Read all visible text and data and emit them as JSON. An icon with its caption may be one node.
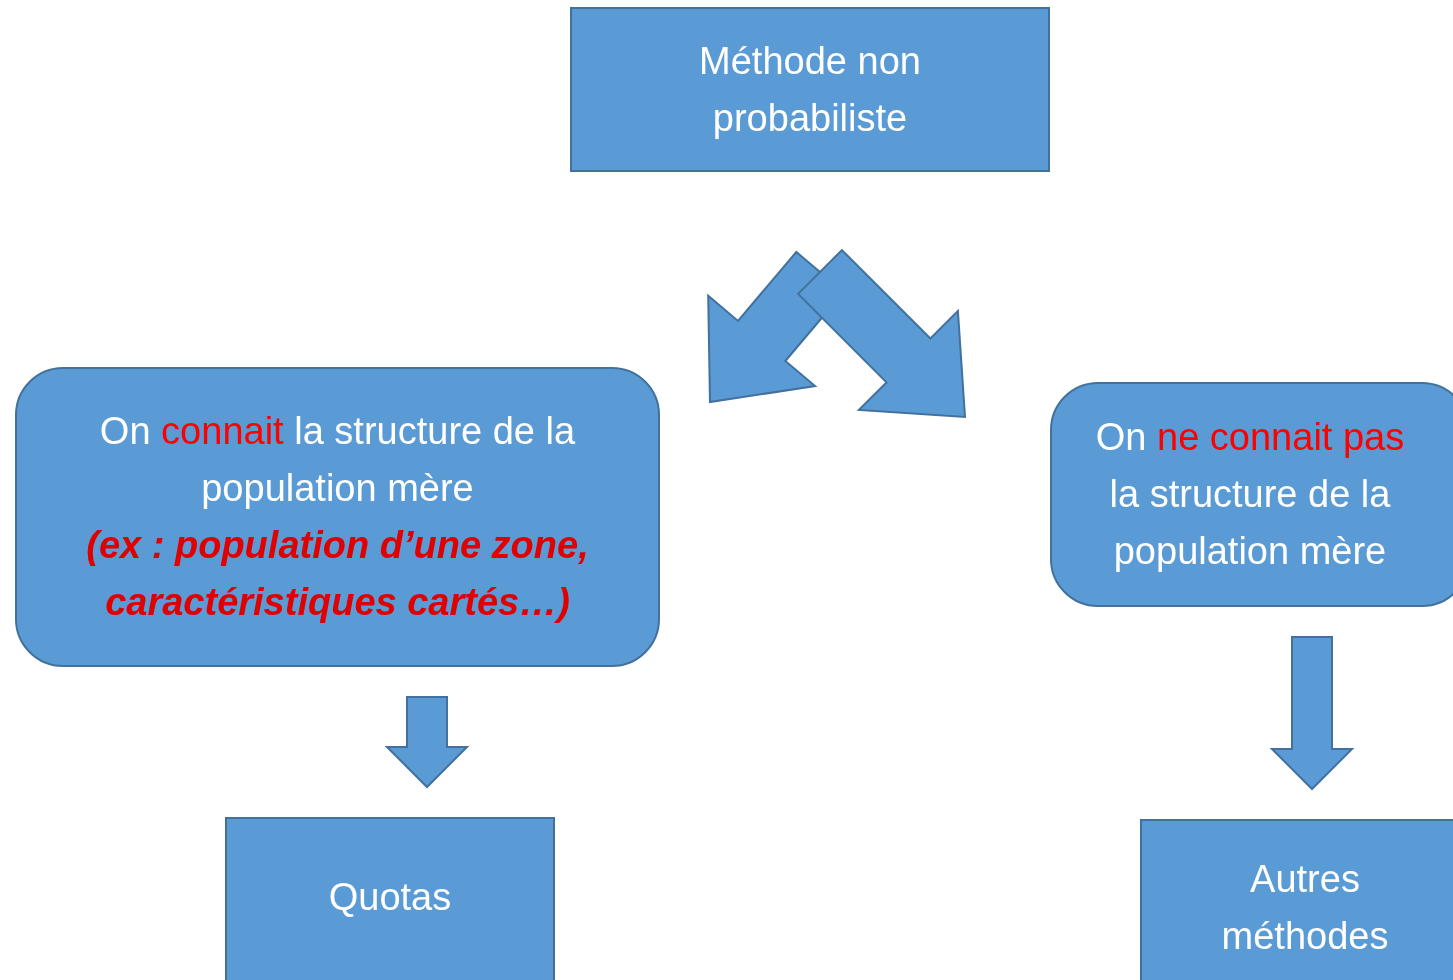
{
  "diagram": {
    "nodes": [
      {
        "text": [
          "Méthode non probabiliste"
        ]
      },
      {
        "text": [
          "On **connait** la structure de la population mère",
          "(ex : population d’une zone, caractéristiques cartés…)"
        ]
      },
      {
        "text": [
          "On **ne connait pas** la structure de la population mère"
        ]
      },
      {
        "text": [
          "Quotas"
        ]
      },
      {
        "text": [
          "Autres méthodes"
        ]
      }
    ],
    "edges": [
      {
        "from": 0,
        "to": 1,
        "arrow": "to"
      },
      {
        "from": 0,
        "to": 2,
        "arrow": "to"
      },
      {
        "from": 1,
        "to": 3,
        "arrow": "to"
      },
      {
        "from": 2,
        "to": 4,
        "arrow": "to"
      }
    ]
  }
}
